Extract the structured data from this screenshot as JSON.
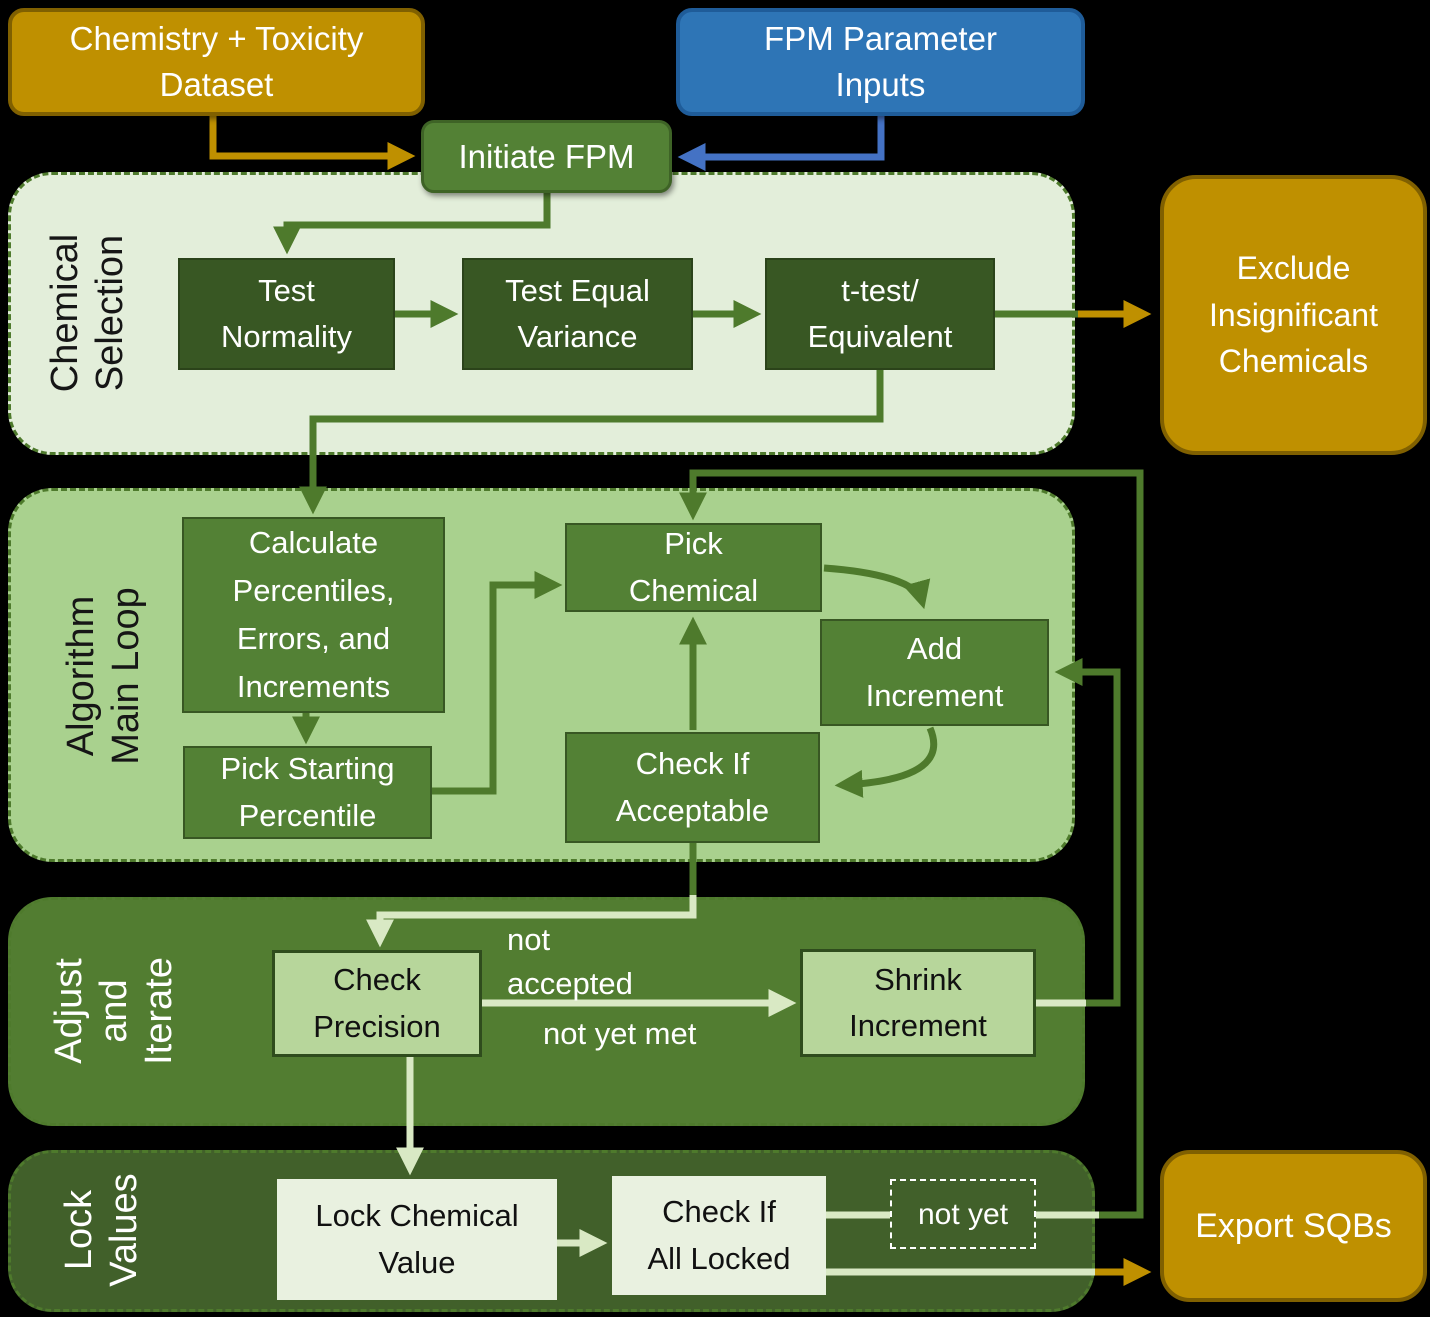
{
  "diagram": {
    "description": "FPM (Floating Percentile Model) algorithm flowchart"
  },
  "nodes": {
    "chemistry_dataset": {
      "label": "Chemistry + Toxicity\nDataset"
    },
    "fpm_inputs": {
      "label": "FPM Parameter\nInputs"
    },
    "initiate_fpm": {
      "label": "Initiate FPM"
    },
    "test_normality": {
      "label": "Test\nNormality"
    },
    "test_equal_variance": {
      "label": "Test Equal\nVariance"
    },
    "t_test_equivalent": {
      "label": "t-test/\nEquivalent"
    },
    "exclude_insignificant": {
      "label": "Exclude\nInsignificant\nChemicals"
    },
    "calculate_percentiles": {
      "label": "Calculate\nPercentiles,\nErrors, and\nIncrements"
    },
    "pick_starting_percentile": {
      "label": "Pick Starting\nPercentile"
    },
    "pick_chemical": {
      "label": "Pick\nChemical"
    },
    "add_increment": {
      "label": "Add\nIncrement"
    },
    "check_if_acceptable": {
      "label": "Check If\nAcceptable"
    },
    "check_precision": {
      "label": "Check\nPrecision"
    },
    "shrink_increment": {
      "label": "Shrink\nIncrement"
    },
    "lock_chemical_value": {
      "label": "Lock Chemical\nValue"
    },
    "check_if_all_locked": {
      "label": "Check If\nAll Locked"
    },
    "not_yet_box": {
      "label": "not yet"
    },
    "export_sqbs": {
      "label": "Export SQBs"
    }
  },
  "sections": [
    {
      "label": "Chemical\nSelection"
    },
    {
      "label": "Algorithm\nMain Loop"
    },
    {
      "label": "Adjust\nand\nIterate"
    },
    {
      "label": "Lock\nValues"
    }
  ],
  "edge_labels": {
    "not_accepted": "not\naccepted",
    "not_yet_met": "not yet met"
  },
  "colors": {
    "gold_fill": "#bf9000",
    "gold_border": "#806000",
    "blue_fill": "#2e75b6",
    "blue_border": "#1f5c99",
    "green_mid": "#538135",
    "green_dark": "#385723",
    "section1_bg": "#e3eeda",
    "section2_bg": "#a9d18e",
    "section3_bg": "#527d31",
    "section4_bg": "#41602a",
    "dashed_section_border": "#4e7a2c",
    "light_box": "#b7d69b",
    "pale_box": "#e9f1e0",
    "connector_green": "#4e7a2c",
    "connector_pale": "#d9e9c4",
    "connector_gold": "#bf9000",
    "connector_blue": "#4472c4"
  }
}
